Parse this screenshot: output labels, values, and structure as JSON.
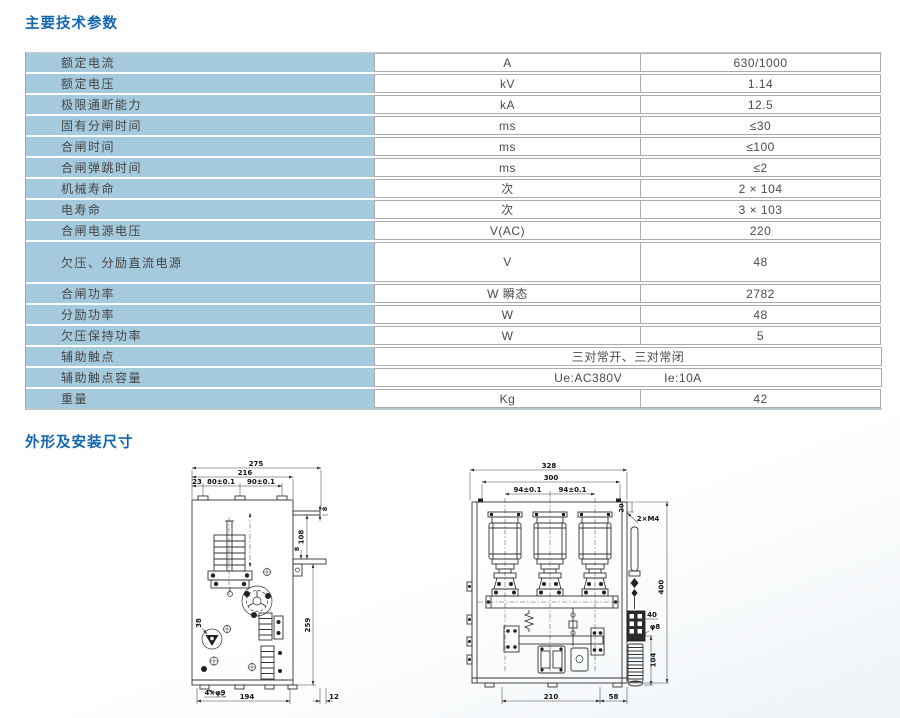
{
  "page": {
    "title_params": "主要技术参数",
    "title_dims": "外形及安装尺寸"
  },
  "colors": {
    "heading_blue": "#1266b1",
    "row_bg_blue": "#a5cade",
    "cell_border_gray": "#acacac"
  },
  "table": {
    "rows": [
      {
        "label": "额定电流",
        "unit": "A",
        "value": "630/1000"
      },
      {
        "label": "额定电压",
        "unit": "kV",
        "value": "1.14"
      },
      {
        "label": "极限通断能力",
        "unit": "kA",
        "value": "12.5"
      },
      {
        "label": "固有分闸时间",
        "unit": "ms",
        "value": "≤30"
      },
      {
        "label": "合闸时间",
        "unit": "ms",
        "value": "≤100"
      },
      {
        "label": "合闸弹跳时间",
        "unit": "ms",
        "value": "≤2"
      },
      {
        "label": "机械寿命",
        "unit": "次",
        "value": "2 × 104"
      },
      {
        "label": "电寿命",
        "unit": "次",
        "value": "3 × 103"
      },
      {
        "label": "合闸电源电压",
        "unit": "V(AC)",
        "value": "220"
      },
      {
        "label": "欠压、分励直流电源",
        "unit": "V",
        "value": "48",
        "tall": true
      },
      {
        "label": "合闸功率",
        "unit": "W 瞬态",
        "value": "2782"
      },
      {
        "label": "分励功率",
        "unit": "W",
        "value": "48"
      },
      {
        "label": "欠压保持功率",
        "unit": "W",
        "value": "5"
      },
      {
        "label": "辅助触点",
        "span1": "三对常开、三对常闭"
      },
      {
        "label": "辅助触点容量",
        "span1": "Ue:AC380V",
        "span2": "Ie:10A"
      },
      {
        "label": "重量",
        "unit": "Kg",
        "value": "42"
      }
    ]
  },
  "drawings": {
    "left": {
      "d275": "275",
      "d216": "216",
      "d23": "23",
      "d80": "80±0.1",
      "d90": "90±0.1",
      "d8t": "8",
      "d108": "108",
      "d8b": "8",
      "d259": "259",
      "d38": "38",
      "dholes": "4×φ9",
      "d194": "194",
      "d12": "12"
    },
    "right": {
      "d328": "328",
      "d300": "300",
      "d94a": "94±0.1",
      "d94b": "94±0.1",
      "d20": "20",
      "dm4": "2×M4",
      "d400": "400",
      "d40": "40",
      "dphi8": "φ8",
      "d104": "104",
      "d210": "210",
      "d58": "58"
    }
  }
}
